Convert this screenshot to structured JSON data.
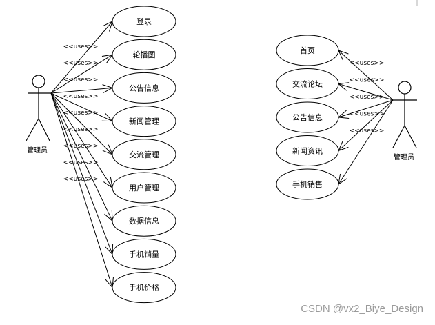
{
  "left_diagram": {
    "actor": "管理员",
    "relation": "<<uses>>",
    "use_cases": [
      "登录",
      "轮播图",
      "公告信息",
      "新闻管理",
      "交流管理",
      "用户管理",
      "数据信息",
      "手机销量",
      "手机价格"
    ]
  },
  "right_diagram": {
    "actor": "管理员",
    "relation": "<<uses>>",
    "use_cases": [
      "首页",
      "交流论坛",
      "公告信息",
      "新闻资讯",
      "手机销售"
    ]
  },
  "watermark": "CSDN @vx2_Biye_Design"
}
